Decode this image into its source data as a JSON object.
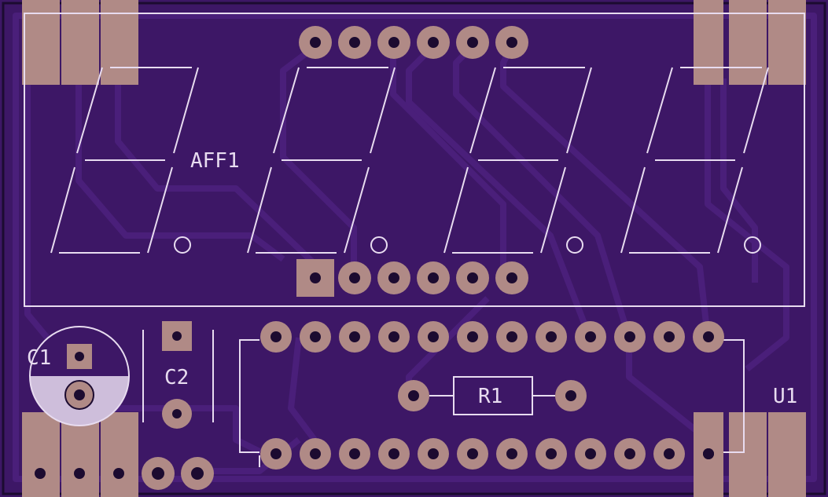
{
  "board": {
    "substrate_color": "#3d1766",
    "trace_color": "#4a1f7a",
    "silk_color": "#e8dcf0",
    "pad_color": "#b08a86",
    "drill_color": "#1c0b30"
  },
  "labels": {
    "display": "AFF1",
    "cap1": "C1",
    "cap2": "C2",
    "resistor": "R1",
    "ic": "U1"
  },
  "components": [
    {
      "ref": "AFF1",
      "type": "4-digit 7-segment display"
    },
    {
      "ref": "C1",
      "type": "electrolytic capacitor"
    },
    {
      "ref": "C2",
      "type": "ceramic capacitor"
    },
    {
      "ref": "R1",
      "type": "resistor"
    },
    {
      "ref": "U1",
      "type": "DIP-24 integrated circuit"
    }
  ]
}
